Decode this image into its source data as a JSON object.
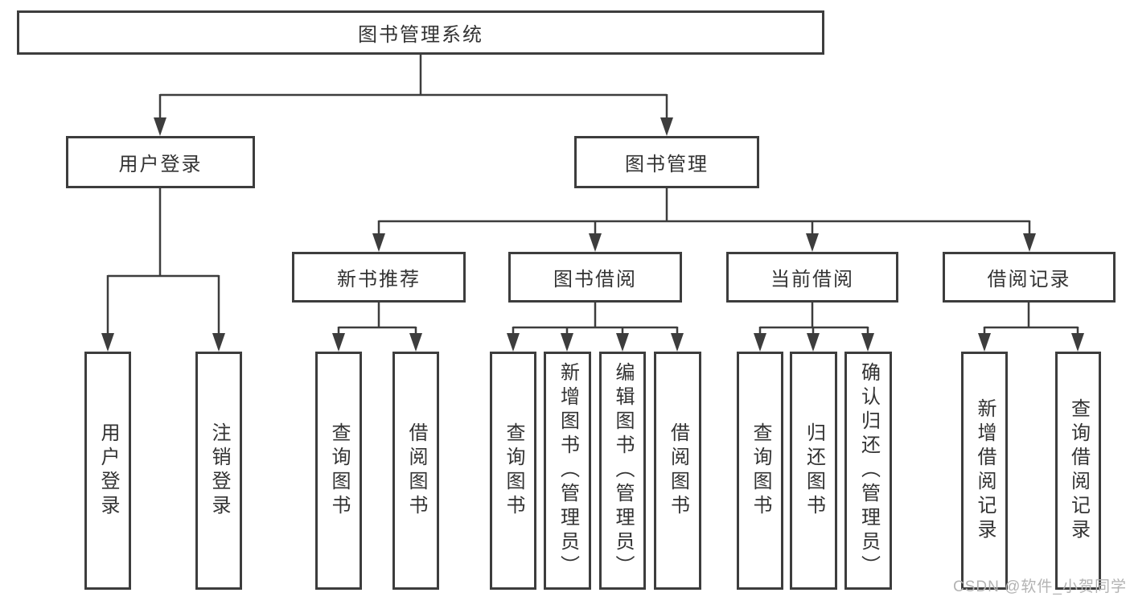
{
  "colors": {
    "line": "#3d3d3d",
    "box_border": "#3d3d3d",
    "text": "#333333",
    "watermark": "#b3b3b3",
    "background": "#ffffff"
  },
  "watermark": {
    "text": "CSDN @软件_小贺同学"
  },
  "nodes": {
    "root": "图书管理系统",
    "user_login": "用户登录",
    "book_mgmt": "图书管理",
    "new_book": "新书推荐",
    "book_borrow": "图书借阅",
    "current_borrow": "当前借阅",
    "borrow_record": "借阅记录",
    "ul_login": "用户登录",
    "ul_logout": "注销登录",
    "nb_query": "查询图书",
    "nb_borrow": "借阅图书",
    "bb_query": "查询图书",
    "bb_add": "新增图书（管理员）",
    "bb_edit": "编辑图书（管理员）",
    "bb_borrow": "借阅图书",
    "cb_query": "查询图书",
    "cb_return": "归还图书",
    "cb_confirm": "确认归还（管理员）",
    "br_add": "新增借阅记录",
    "br_query": "查询借阅记录"
  },
  "hierarchy": {
    "label": "图书管理系统",
    "children": [
      {
        "label": "用户登录",
        "children": [
          {
            "label": "用户登录"
          },
          {
            "label": "注销登录"
          }
        ]
      },
      {
        "label": "图书管理",
        "children": [
          {
            "label": "新书推荐",
            "children": [
              {
                "label": "查询图书"
              },
              {
                "label": "借阅图书"
              }
            ]
          },
          {
            "label": "图书借阅",
            "children": [
              {
                "label": "查询图书"
              },
              {
                "label": "新增图书（管理员）"
              },
              {
                "label": "编辑图书（管理员）"
              },
              {
                "label": "借阅图书"
              }
            ]
          },
          {
            "label": "当前借阅",
            "children": [
              {
                "label": "查询图书"
              },
              {
                "label": "归还图书"
              },
              {
                "label": "确认归还（管理员）"
              }
            ]
          },
          {
            "label": "借阅记录",
            "children": [
              {
                "label": "新增借阅记录"
              },
              {
                "label": "查询借阅记录"
              }
            ]
          }
        ]
      }
    ]
  }
}
